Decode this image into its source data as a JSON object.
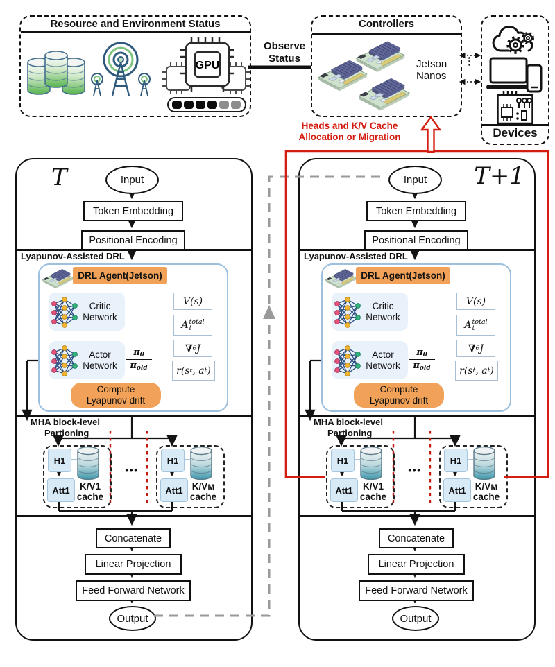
{
  "top": {
    "resource": {
      "title": "Resource and Environment Status",
      "gpu_label": "GPU",
      "icons": [
        "database-stack-icon",
        "antenna-icon",
        "gpu-chip-icon",
        "capacity-bar-icon"
      ]
    },
    "observe": {
      "line1": "Observe",
      "line2": "Status"
    },
    "controllers": {
      "title": "Controllers",
      "label_line1": "Jetson",
      "label_line2": "Nanos",
      "icons": [
        "jetson-board-icon"
      ]
    },
    "devices": {
      "title": "Devices",
      "icons": [
        "cloud-gears-icon",
        "laptop-phone-icon",
        "circuit-board-icon"
      ]
    },
    "dots_vertical": "⋮",
    "red_note": {
      "line1": "Heads and K/V Cache",
      "line2": "Allocation or Migration"
    }
  },
  "panel_tags": [
    "T",
    "T+1"
  ],
  "panel": {
    "input": "Input",
    "token_embedding": "Token Embedding",
    "positional_encoding": "Positional Encoding",
    "lyapunov_section": "Lyapunov-Assisted DRL",
    "drl_agent": "DRL Agent(Jetson)",
    "critic_l1": "Critic",
    "critic_l2": "Network",
    "actor_l1": "Actor",
    "actor_l2": "Network",
    "compute_l1": "Compute",
    "compute_l2": "Lyapunov drift",
    "math": {
      "v": "V(s)",
      "adv_base": "A",
      "adv_sup": "total",
      "adv_sub": "t",
      "grad_nabla": "∇",
      "grad_sub": "θ",
      "grad_base": "J",
      "r_1": "r(s",
      "r_sub1": "t",
      "r_2": ", a",
      "r_sub2": "t",
      "r_3": ")",
      "pi_num": "π",
      "pi_num_sub": "θ",
      "pi_den": "π",
      "pi_den_sub": "old"
    },
    "mha_l1": "MHA block-level",
    "mha_l2": "Partioning",
    "h1": "H1",
    "att1": "Att1",
    "kv1_l1": "K/V1",
    "kv1_l2": "cache",
    "kvm_l1": "K/Vᴍ",
    "kvm_l2": "cache",
    "dots": "•••",
    "concatenate": "Concatenate",
    "linear_projection": "Linear Projection",
    "feed_forward": "Feed Forward Network",
    "output": "Output"
  },
  "colors": {
    "accent_orange": "#f2a258",
    "migration_red": "#d41c10",
    "panel_blue_border": "#9dc0de",
    "network_fill": "#e9f1fb",
    "head_fill": "#d9eaf7",
    "feedback_gray": "#9a9a9a"
  }
}
